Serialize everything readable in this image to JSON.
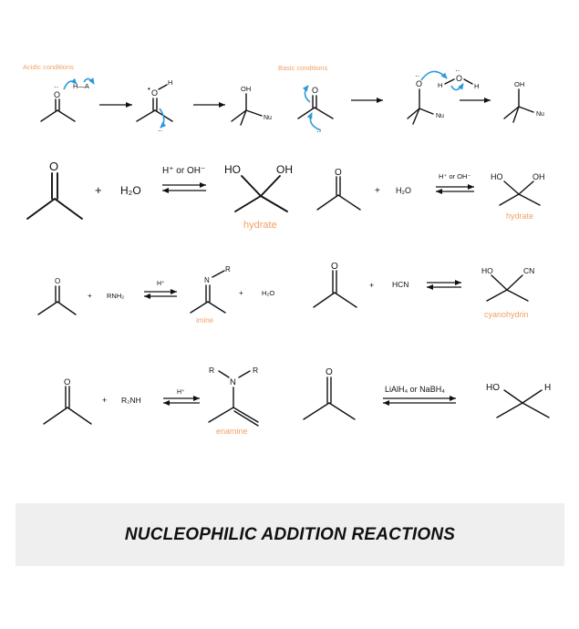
{
  "title": "NUCLEOPHILIC ADDITION REACTIONS",
  "colors": {
    "label": "#f0a066",
    "curly_arrow": "#2b9ad6",
    "title_bg": "#efefef"
  },
  "mechanism": {
    "acidic_label": "Acidic conditions",
    "basic_label": "Basic conditions",
    "acid_ha": "H—A",
    "h": "H",
    "o": "O",
    "oh": "OH",
    "nu": "Nu",
    "plus_sign": "+"
  },
  "reactions": {
    "hydrate_large": {
      "catalyst": "H⁺ or OH⁻",
      "water": "H₂O",
      "ho": "HO",
      "oh": "OH",
      "product_label": "hydrate"
    },
    "hydrate_small": {
      "catalyst": "H⁺ or OH⁻",
      "water": "H₂O",
      "ho": "HO",
      "oh": "OH",
      "product_label": "hydrate"
    },
    "imine": {
      "reagent": "RNH₂",
      "catalyst": "H⁺",
      "n": "N",
      "r": "R",
      "byproduct": "H₂O",
      "product_label": "imine"
    },
    "cyanohydrin": {
      "reagent": "HCN",
      "ho": "HO",
      "cn": "CN",
      "product_label": "cyanohydrin"
    },
    "enamine": {
      "reagent": "R₂NH",
      "catalyst": "H⁺",
      "n": "N",
      "r1": "R",
      "r2": "R",
      "product_label": "enamine"
    },
    "reduction": {
      "reagent": "LiAlH₄ or NaBH₄",
      "ho": "HO",
      "h": "H"
    }
  },
  "common": {
    "plus": "+",
    "o": "O"
  }
}
